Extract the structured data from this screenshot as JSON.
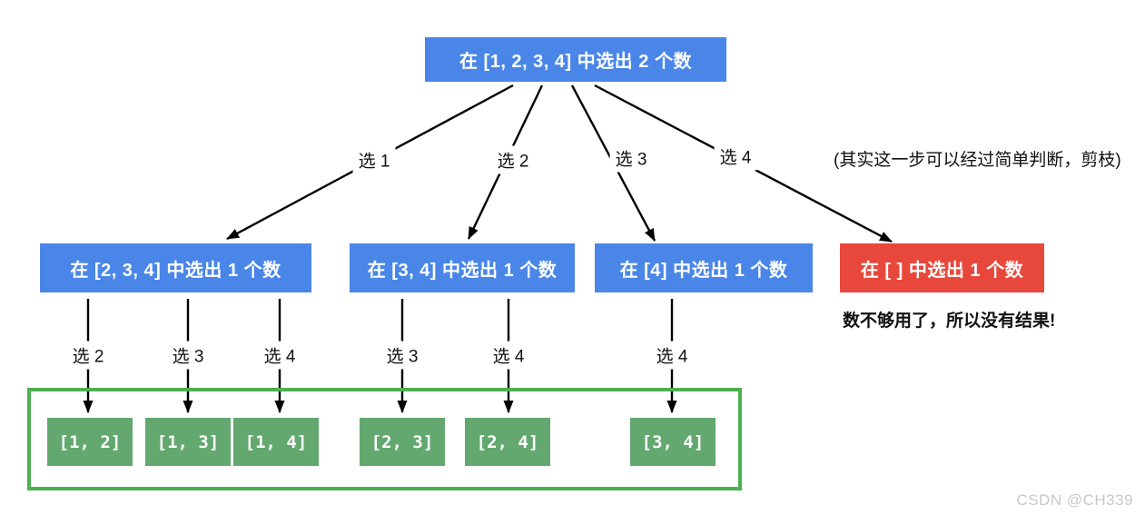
{
  "diagram": {
    "root_label": "在 [1, 2, 3, 4] 中选出 2 个数",
    "level1_edges": [
      "选 1",
      "选 2",
      "选 3",
      "选 4"
    ],
    "pruning_note": "(其实这一步可以经过简单判断，剪枝)",
    "level2_nodes": [
      {
        "label": "在 [2, 3, 4] 中选出 1 个数",
        "color": "#4a86e8"
      },
      {
        "label": "在 [3, 4] 中选出 1 个数",
        "color": "#4a86e8"
      },
      {
        "label": "在 [4] 中选出 1 个数",
        "color": "#4a86e8"
      },
      {
        "label": "在 [ ] 中选出 1 个数",
        "color": "#e8483c"
      }
    ],
    "dead_end_note": "数不够用了，所以没有结果!",
    "level2_edges": [
      "选 2",
      "选 3",
      "选 4",
      "选 3",
      "选 4",
      "选 4"
    ],
    "results": [
      "[1, 2]",
      "[1, 3]",
      "[1, 4]",
      "[2, 3]",
      "[2, 4]",
      "[3, 4]"
    ],
    "colors": {
      "node_blue": "#4a86e8",
      "node_red": "#e8483c",
      "result_green": "#63a86f",
      "container_border_green": "#4caf50",
      "arrow_black": "#000000",
      "watermark_gray": "#c5c9cc"
    },
    "watermark": "CSDN @CH339"
  }
}
